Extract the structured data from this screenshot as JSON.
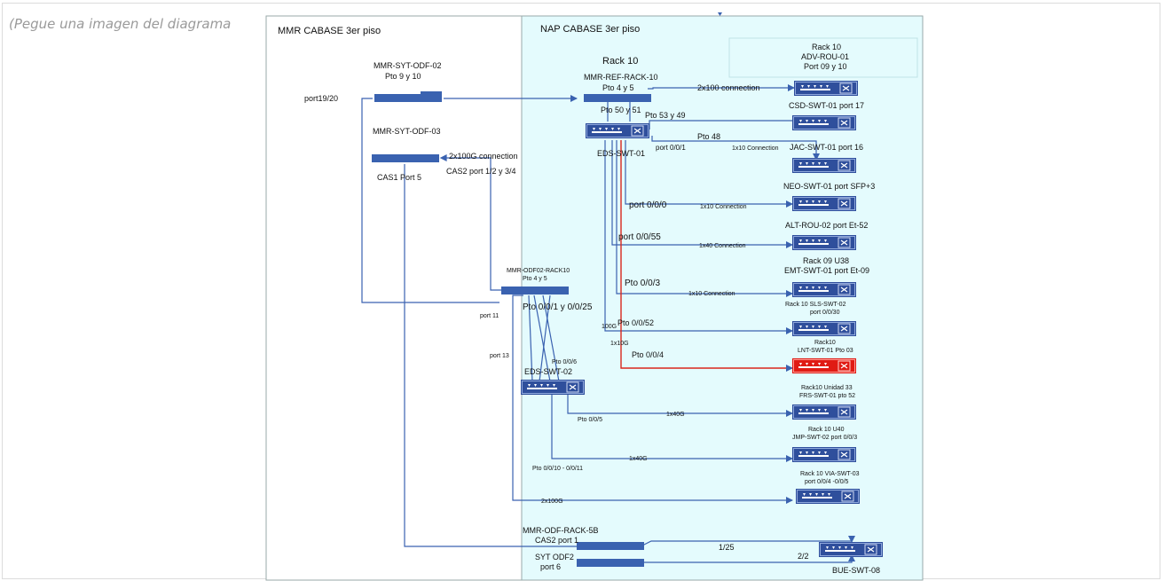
{
  "placeholder": "(Pegue una imagen del diagrama",
  "colors": {
    "link": "#3a62b0",
    "red": "#d9261c",
    "device": "#2f4f9c",
    "nap_bg": "#e4fbfd"
  },
  "zones": {
    "mmr": "MMR CABASE 3er piso",
    "nap": "NAP CABASE 3er piso"
  },
  "labels": {
    "mmr_odf02_name": "MMR-SYT-ODF-02",
    "mmr_odf02_port": "Pto 9 y 10",
    "port1920": "port19/20",
    "mmr_odf03_name": "MMR-SYT-ODF-03",
    "conn_2x100g": "2x100G connection",
    "cas2_port": "CAS2 port 1/2 y 3/4",
    "cas1_port": "CAS1 Port 5",
    "rack10": "Rack 10",
    "mmr_ref_name": "MMR-REF-RACK-10",
    "mmr_ref_port": "Pto 4 y 5",
    "pto5051": "Pto 50 y 51",
    "pto5349": "Pto 53 y 49",
    "eds1": "EDS-SWT-01",
    "pto48": "Pto 48",
    "port001": "port 0/0/1",
    "conn1x10a": "1x10 Connection",
    "port000": "port 0/0/0",
    "conn1x10b": "1x10 Connection",
    "port0055": "port 0/0/55",
    "conn1x40": "1x40 Connection",
    "pto003": "Pto 0/0/3",
    "conn1x10c": "1x10 Connection",
    "pto0052": "Pto 0/0/52",
    "l100g": "100G",
    "l1x10g": "1x10G",
    "pto004": "Pto 0/0/4",
    "adv1": "Rack 10",
    "adv2": "ADV-ROU-01",
    "adv3": "Port 09 y 10",
    "conn2x100": "2x100 connection",
    "csd": "CSD-SWT-01 port 17",
    "jac": "JAC-SWT-01 port 16",
    "neo": "NEO-SWT-01 port SFP+3",
    "alt": "ALT-ROU-02 port Et-52",
    "emt1": "Rack 09 U38",
    "emt2": "EMT-SWT-01 port Et-09",
    "sls1": "Rack 10 SLS-SWT-02",
    "sls2": "port 0/0/30",
    "lnt1": "Rack10",
    "lnt2": "LNT-SWT-01 Pto 03",
    "frs1": "Rack10 Unidad 33",
    "frs2": "FRS-SWT-01 pto 52",
    "jmp1": "Rack 10 U40",
    "jmp2": "JMP-SWT-02 port 0/0/3",
    "via1": "Rack 10 VIA-SWT-03",
    "via2": "port 0/0/4 -0/0/5",
    "odf02r10a": "MMR-ODF02-RACK10",
    "odf02r10b": "Pto 4 y 5",
    "pto001025": "Pto 0/0/1 y 0/0/25",
    "port11": "port 11",
    "port13": "port 13",
    "pto006": "Pto 0/0/6",
    "eds2": "EDS-SWT-02",
    "pto005": "Pto 0/0/5",
    "l1x40ga": "1x40G",
    "pto0010": "Pto 0/0/10 - 0/0/11",
    "l1x40gb": "1x40G",
    "l2x100g": "2x100G",
    "odf5b": "MMR-ODF-RACK-5B",
    "odf5b_port": "CAS2 port 1",
    "syt1": "SYT ODF2",
    "syt2": "port 6",
    "l125": "1/25",
    "l22": "2/2",
    "bue": "BUE-SWT-08"
  }
}
